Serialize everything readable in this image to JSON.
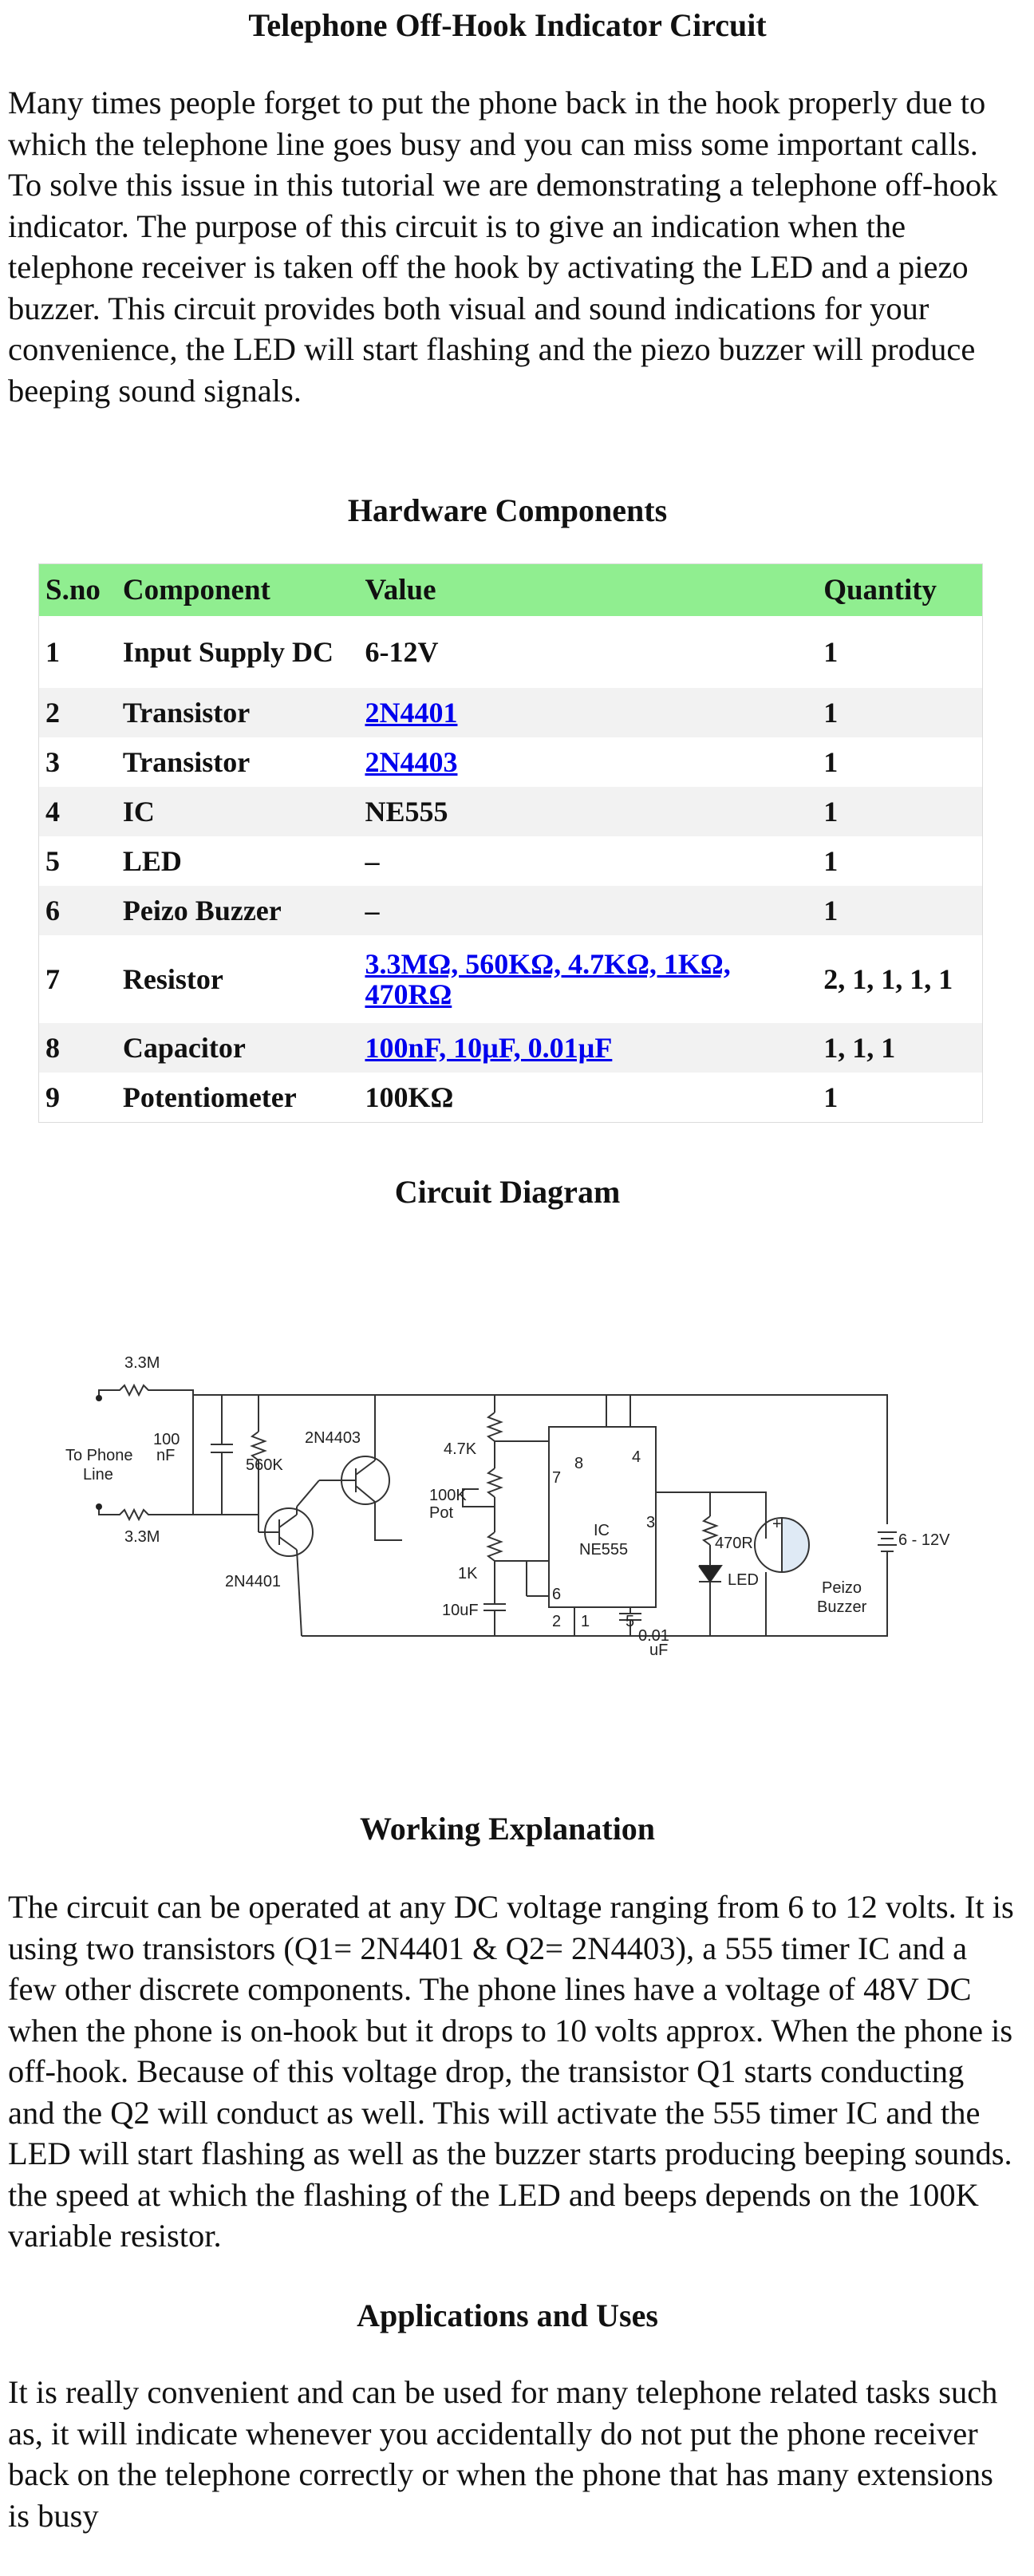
{
  "title": "Telephone Off-Hook Indicator Circuit",
  "intro": "Many times people forget to put the phone back in the hook properly due to which the telephone line goes busy and you can miss some important calls. To solve this issue in this tutorial we are demonstrating a telephone off-hook indicator. The purpose of this circuit is to give an indication when the telephone receiver is taken off the hook by activating the LED and a piezo buzzer. This circuit provides both visual and sound indications for your convenience, the LED will start flashing and the piezo buzzer will produce beeping sound signals.",
  "hardware": {
    "heading": "Hardware Components",
    "columns": [
      "S.no",
      "Component",
      "Value",
      "Quantity"
    ],
    "rows": [
      {
        "sno": "1",
        "component": "Input Supply DC",
        "value": "6-12V",
        "qty": "1"
      },
      {
        "sno": "2",
        "component": "Transistor",
        "value": "2N4401",
        "qty": "1"
      },
      {
        "sno": "3",
        "component": "Transistor",
        "value": "2N4403",
        "qty": "1"
      },
      {
        "sno": "4",
        "component": "IC",
        "value": "NE555",
        "qty": "1"
      },
      {
        "sno": "5",
        "component": "LED",
        "value": "–",
        "qty": "1"
      },
      {
        "sno": "6",
        "component": "Peizo Buzzer",
        "value": "–",
        "qty": "1"
      },
      {
        "sno": "7",
        "component": "Resistor",
        "value": "3.3MΩ, 560KΩ, 4.7KΩ, 1KΩ, 470RΩ",
        "qty": "2, 1, 1, 1, 1"
      },
      {
        "sno": "8",
        "component": "Capacitor",
        "value": "100nF, 10µF, 0.01µF",
        "qty": "1, 1, 1"
      },
      {
        "sno": "9",
        "component": "Potentiometer",
        "value": "100KΩ",
        "qty": "1"
      }
    ]
  },
  "diagram": {
    "heading": "Circuit Diagram",
    "labels": {
      "r1": "3.3M",
      "r2": "3.3M",
      "line": "To Phone",
      "line2": "Line",
      "c1a": "100",
      "c1b": "nF",
      "r3": "560K",
      "q2": "2N4403",
      "q1": "2N4401",
      "r4": "4.7K",
      "pot1": "100K",
      "pot2": "Pot",
      "r5": "1K",
      "c2": "10uF",
      "ic1": "IC",
      "ic2": "NE555",
      "pin8": "8",
      "pin4": "4",
      "pin7": "7",
      "pin3": "3",
      "pin6": "6",
      "pin2": "2",
      "pin1": "1",
      "pin5": "5",
      "c3a": "0.01",
      "c3b": "uF",
      "r6": "470R",
      "led": "LED",
      "buz1": "Peizo",
      "buz2": "Buzzer",
      "supply": "6 - 12V",
      "plus": "+"
    }
  },
  "working": {
    "heading": "Working Explanation",
    "text": "The circuit can be operated at any DC voltage ranging from 6 to 12 volts. It is using two transistors (Q1= 2N4401 & Q2= 2N4403), a 555 timer IC and a few other discrete components. The phone lines have a voltage of 48V DC when the phone is on-hook but it drops to 10 volts approx. When the phone is off-hook. Because of this voltage drop, the transistor Q1 starts conducting and the Q2 will conduct as well. This will activate the 555 timer IC and the LED will start flashing as well as the buzzer starts producing beeping sounds.  the speed at which the flashing of the LED and beeps depends on the 100K variable resistor."
  },
  "applications": {
    "heading": "Applications and Uses",
    "text": "It is really convenient and can be used for many telephone related tasks such as, it will indicate whenever you accidentally do not put the phone receiver back on the telephone correctly or when the phone that has many extensions is busy"
  }
}
